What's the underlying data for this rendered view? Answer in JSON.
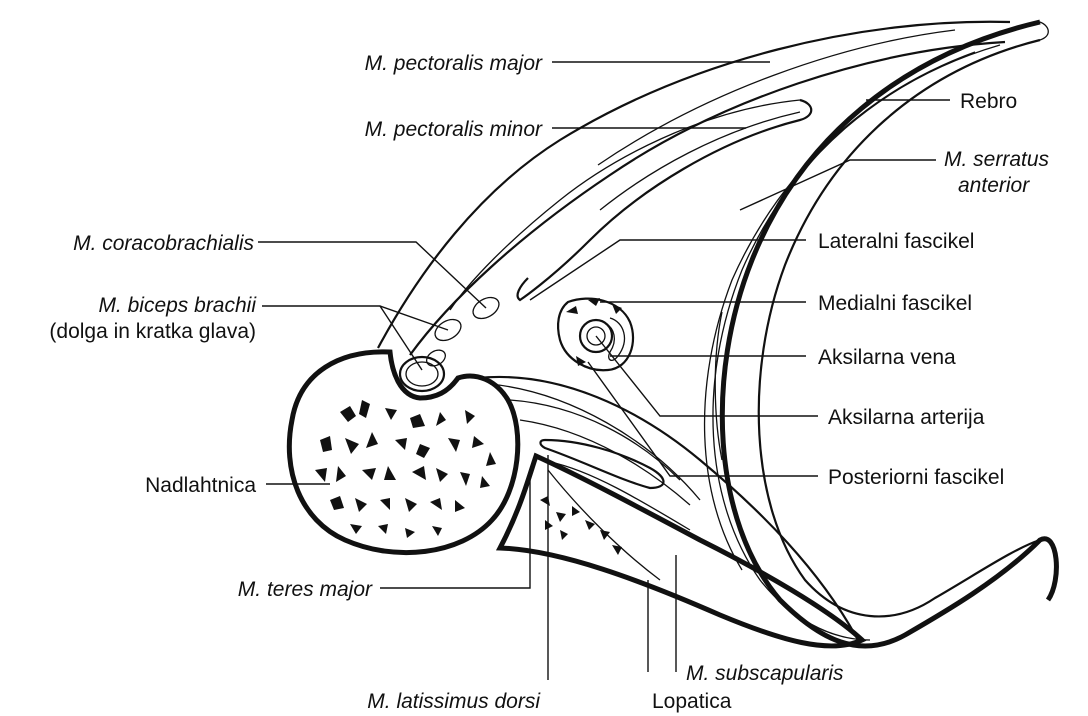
{
  "labels": {
    "pectoralis_major": "M. pectoralis major",
    "pectoralis_minor": "M. pectoralis minor",
    "coracobrachialis": "M. coracobrachialis",
    "biceps_line1": "M. biceps brachii",
    "biceps_line2": "(dolga in kratka glava)",
    "nadlahtnica": "Nadlahtnica",
    "teres_major": "M. teres major",
    "latissimus_dorsi": "M. latissimus dorsi",
    "lopatica": "Lopatica",
    "subscapularis": "M. subscapularis",
    "rebro": "Rebro",
    "serratus_line1": "M. serratus",
    "serratus_line2": "anterior",
    "lateralni_fascikel": "Lateralni fascikel",
    "medialni_fascikel": "Medialni fascikel",
    "aksilarna_vena": "Aksilarna vena",
    "aksilarna_arterija": "Aksilarna arterija",
    "posteriorni_fascikel": "Posteriorni fascikel"
  },
  "colors": {
    "ink": "#111111",
    "paper": "#ffffff"
  }
}
